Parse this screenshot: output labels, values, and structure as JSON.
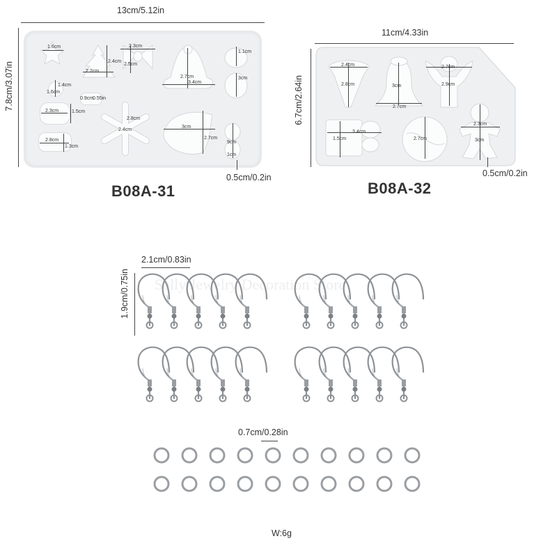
{
  "mold_a": {
    "width_label": "13cm/5.12in",
    "height_label": "7.8cm/3.07in",
    "depth_label": "0.5cm/0.2in",
    "model": "B08A-31",
    "cavity_labels": [
      "1.6cm",
      "2.3cm",
      "1.1cm",
      "2.2cm",
      "2.4cm",
      "2.5cm",
      "2.7cm",
      "3.4cm",
      "3cm",
      "1.6cm",
      "1.4cm",
      "0.9cm",
      "0.55in",
      "2.3cm",
      "1.5cm",
      "2.8cm",
      "1.3cm",
      "2.8cm",
      "2.4cm",
      "3cm",
      "2.7cm",
      "9cm",
      "1cm"
    ]
  },
  "mold_b": {
    "width_label": "11cm/4.33in",
    "height_label": "6.7cm/2.64in",
    "depth_label": "0.5cm/0.2in",
    "model": "B08A-32",
    "cavity_labels": [
      "2.4cm",
      "2.8cm",
      "3cm",
      "2.7cm",
      "2.7cm",
      "2.9cm",
      "3.4cm",
      "1.5cm",
      "2.7cm",
      "2.3cm",
      "3cm"
    ]
  },
  "hooks": {
    "width_label": "2.1cm/0.83in",
    "height_label": "1.9cm/0.75in",
    "watermark": "Sally Jewelry Decoration Store"
  },
  "rings": {
    "size_label": "0.7cm/0.28in"
  },
  "weight_label": "W:6g"
}
